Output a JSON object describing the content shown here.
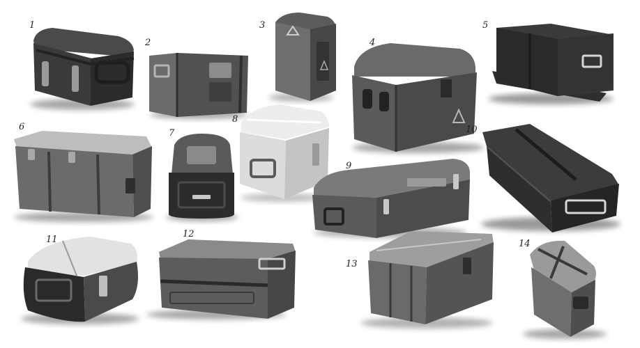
{
  "sheet": {
    "background": "#ffffff",
    "ink": "#222222",
    "tones": {
      "dark": "#3a3a3a",
      "mid": "#6b6b6b",
      "light": "#bfbfbf",
      "pale": "#e4e4e4"
    }
  },
  "crates": [
    {
      "number": "1",
      "tone": "dark"
    },
    {
      "number": "2",
      "tone": "mid"
    },
    {
      "number": "3",
      "tone": "mid"
    },
    {
      "number": "4",
      "tone": "mid"
    },
    {
      "number": "5",
      "tone": "dark"
    },
    {
      "number": "6",
      "tone": "mid"
    },
    {
      "number": "7",
      "tone": "dark"
    },
    {
      "number": "8",
      "tone": "pale"
    },
    {
      "number": "9",
      "tone": "mid"
    },
    {
      "number": "10",
      "tone": "dark"
    },
    {
      "number": "11",
      "tone": "dark"
    },
    {
      "number": "12",
      "tone": "mid"
    },
    {
      "number": "13",
      "tone": "mid"
    },
    {
      "number": "14",
      "tone": "mid"
    }
  ]
}
